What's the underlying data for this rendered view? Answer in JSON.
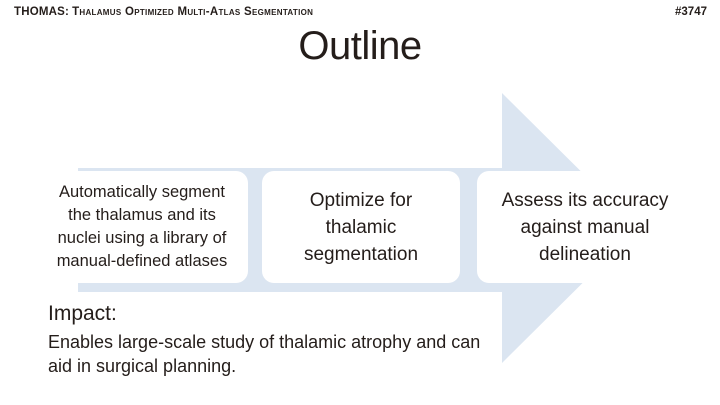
{
  "slide": {
    "header": {
      "prefix": "THOMAS:",
      "title": "Thalamus Optimized Multi-Atlas Segmentation",
      "poster_number": "#3747"
    },
    "title": "Outline",
    "process": {
      "arrow_icon": "right-arrow",
      "arrow_color": "#dbe5f1",
      "steps": [
        {
          "lines": [
            "Automatically segment",
            "the thalamus and its",
            "nuclei using a library of",
            "manual-defined atlases"
          ]
        },
        {
          "lines": [
            "Optimize for",
            "thalamic",
            "segmentation"
          ]
        },
        {
          "lines": [
            "Assess its accuracy",
            "against manual",
            "delineation"
          ]
        }
      ]
    },
    "impact": {
      "label": "Impact:",
      "lines": [
        "Enables large-scale study of thalamic atrophy and can",
        "aid in surgical planning."
      ]
    },
    "colors": {
      "text": "#241d1a",
      "arrow": "#dbe5f1",
      "background": "#ffffff"
    }
  }
}
